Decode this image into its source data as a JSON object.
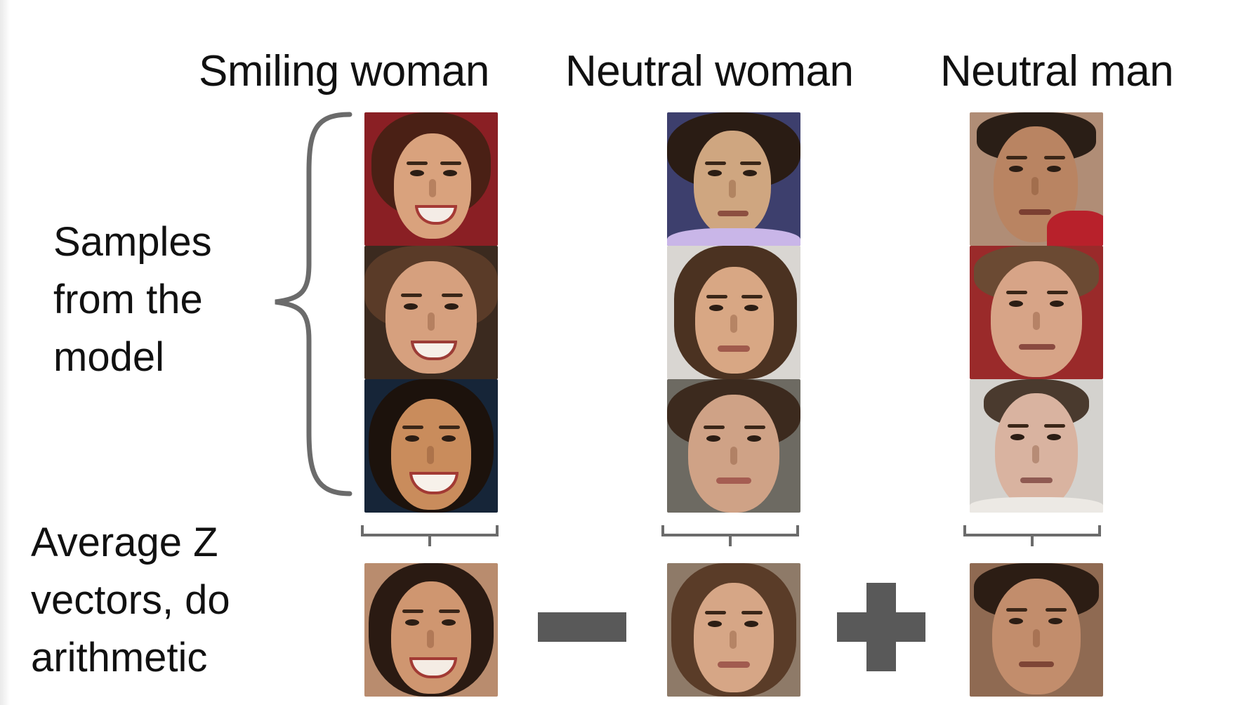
{
  "columns": [
    {
      "title": "Smiling woman",
      "face_names": [
        "smiling-woman-sample-1",
        "smiling-woman-sample-2",
        "smiling-woman-sample-3"
      ],
      "average_name": "smiling-woman-average"
    },
    {
      "title": "Neutral woman",
      "face_names": [
        "neutral-woman-sample-1",
        "neutral-woman-sample-2",
        "neutral-woman-sample-3"
      ],
      "average_name": "neutral-woman-average"
    },
    {
      "title": "Neutral man",
      "face_names": [
        "neutral-man-sample-1",
        "neutral-man-sample-2",
        "neutral-man-sample-3"
      ],
      "average_name": "neutral-man-average"
    }
  ],
  "labels": {
    "samples": [
      "Samples",
      "from the",
      "model"
    ],
    "average": [
      "Average Z",
      "vectors, do",
      "arithmetic"
    ]
  },
  "operators": [
    "minus",
    "plus"
  ],
  "colors": {
    "text": "#111111",
    "brace": "#6b6b6b",
    "operator": "#595959",
    "bracket": "#6b6b6b"
  }
}
